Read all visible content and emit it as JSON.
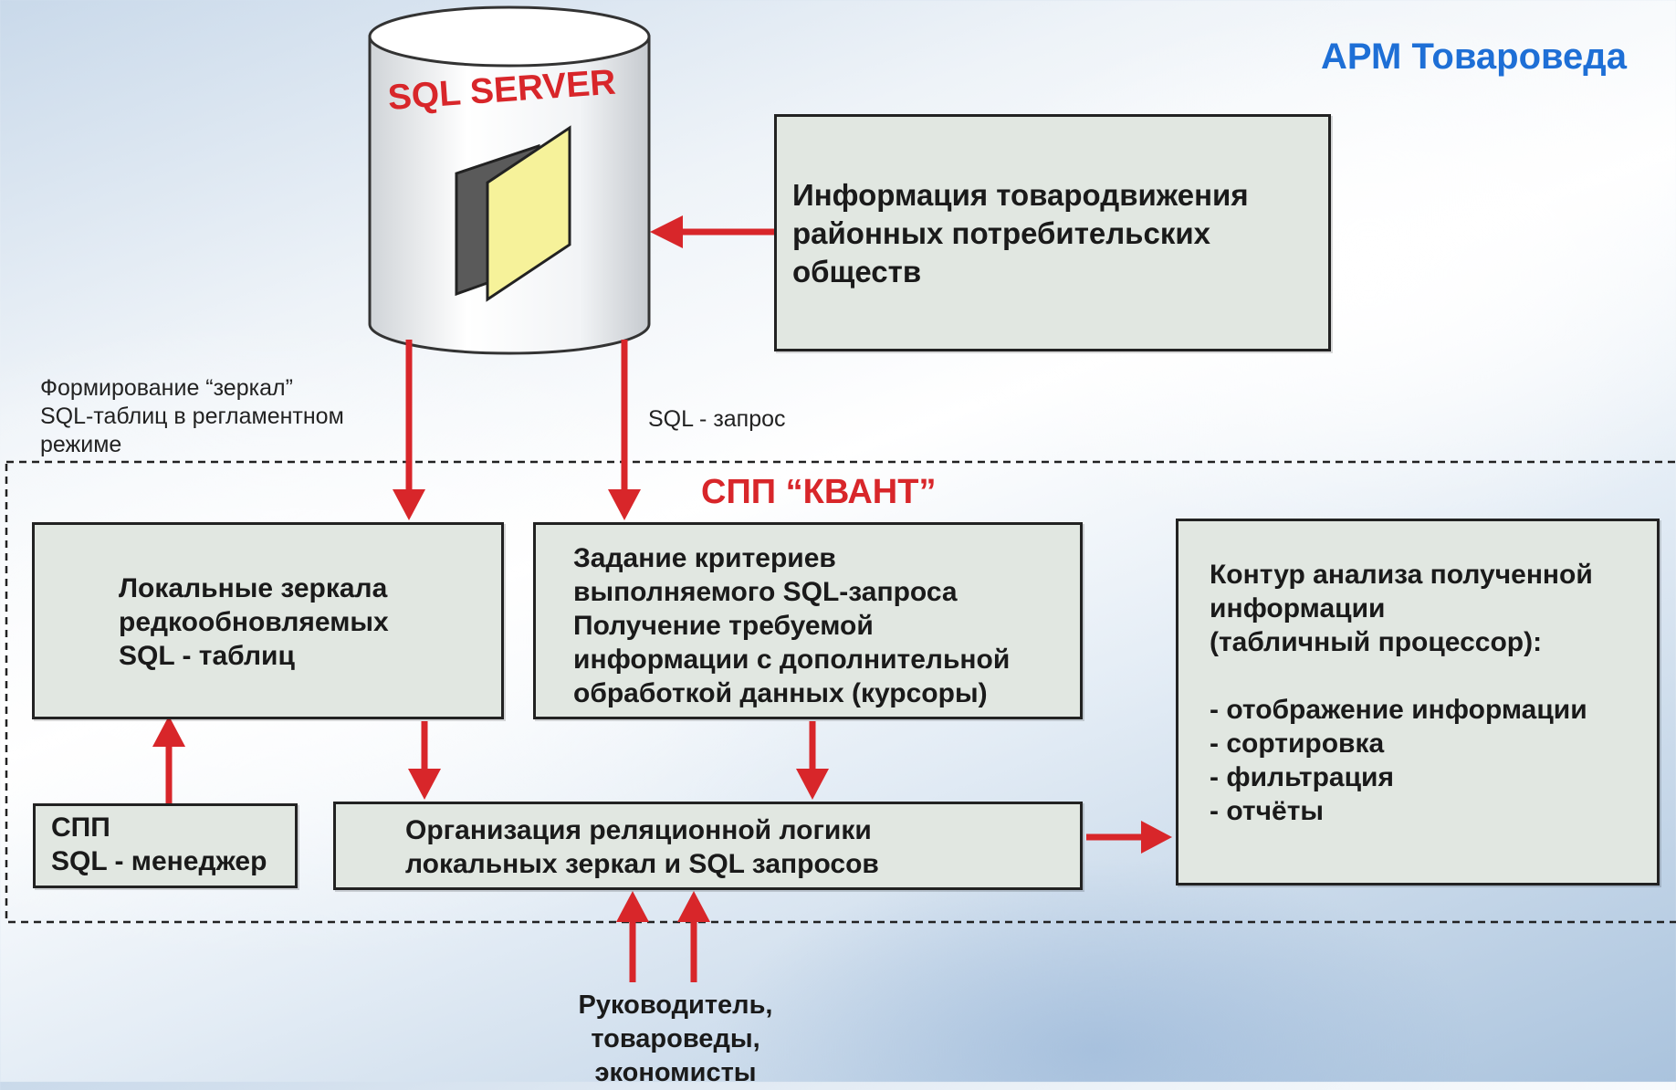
{
  "title": "АРМ Товароведа",
  "db": {
    "label": "SQL SERVER"
  },
  "external_box": {
    "text": "Информация товародвижения\nрайонных потребительских\nобществ"
  },
  "labels": {
    "mirror_formation": "Формирование “зеркал”\nSQL-таблиц в регламентном\nрежиме",
    "sql_query": "SQL - запрос"
  },
  "spp_kvant": "СПП “КВАНТ”",
  "boxes": {
    "local_mirrors": "Локальные зеркала\nредкообновляемых\nSQL - таблиц",
    "criteria": "Задание критериев\nвыполняемого SQL-запроса\nПолучение требуемой\nинформации с дополнительной\nобработкой данных (курсоры)",
    "analysis": "Контур анализа полученной\n информации\n(табличный процессор):\n\n- отображение информации\n- сортировка\n- фильтрация\n- отчёты",
    "spp_manager": "СПП\n SQL - менеджер",
    "relational": "Организация реляционной логики\nлокальных зеркал и SQL запросов"
  },
  "users": "Руководитель,\nтовароведы,\nэкономисты",
  "colors": {
    "arrow": "#d8262a",
    "title_blue": "#1e6fd6",
    "box_fill": "#e1e7e1"
  }
}
